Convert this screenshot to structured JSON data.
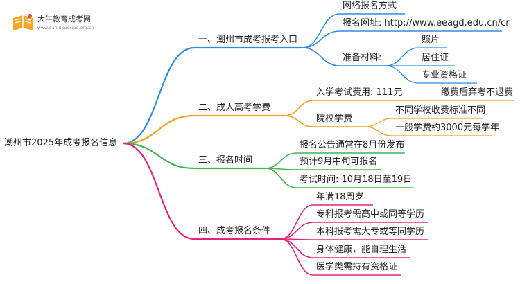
{
  "logo": {
    "title": "大牛教育成考网",
    "url": "www.daniuxuexiao.org.cn"
  },
  "root": "潮州市2025年成考报名信息",
  "branches": [
    {
      "label": "一、潮州市成考报考入口",
      "color": "#2f8de4",
      "children": [
        {
          "label": "网络报名方式",
          "children": []
        },
        {
          "label": "报名网址: http://www.eeagd.edu.cn/cr",
          "children": []
        },
        {
          "label": "准备材料:",
          "children": [
            {
              "label": "照片"
            },
            {
              "label": "居住证"
            },
            {
              "label": "专业资格证"
            }
          ]
        }
      ]
    },
    {
      "label": "二、成人高考学费",
      "color": "#f0a21b",
      "children": [
        {
          "label": "入学考试费用: 111元",
          "children": [
            {
              "label": "缴费后弃考不退费"
            }
          ]
        },
        {
          "label": "院校学费",
          "children": [
            {
              "label": "不同学校收费标准不同"
            },
            {
              "label": "一般学费约3000元每学年"
            }
          ]
        }
      ]
    },
    {
      "label": "三、报名时间",
      "color": "#3cb84a",
      "children": [
        {
          "label": "报名公告通常在8月份发布",
          "children": []
        },
        {
          "label": "预计9月中旬可报名",
          "children": []
        },
        {
          "label": "考试时间: 10月18日至19日",
          "children": []
        }
      ]
    },
    {
      "label": "四、成考报名条件",
      "color": "#e8237c",
      "children": [
        {
          "label": "年满18周岁",
          "children": []
        },
        {
          "label": "专科报考需高中或同等学历",
          "children": []
        },
        {
          "label": "本科报考需大专或等同学历",
          "children": []
        },
        {
          "label": "身体健康，能自理生活",
          "children": []
        },
        {
          "label": "医学类需持有资格证",
          "children": []
        }
      ]
    }
  ]
}
